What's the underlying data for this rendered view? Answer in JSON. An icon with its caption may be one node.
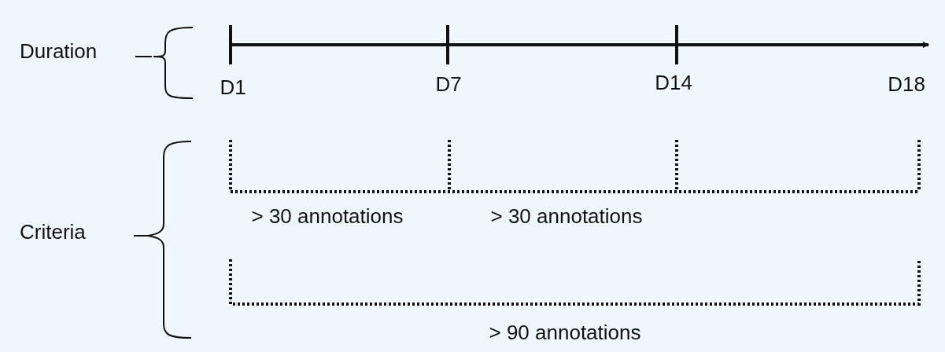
{
  "diagram": {
    "labels": [
      "Duration",
      "D1",
      "D7",
      "D14",
      "D18",
      "Criteria",
      "> 30 annotations",
      "> 30 annotations",
      "> 90 annotations"
    ]
  }
}
